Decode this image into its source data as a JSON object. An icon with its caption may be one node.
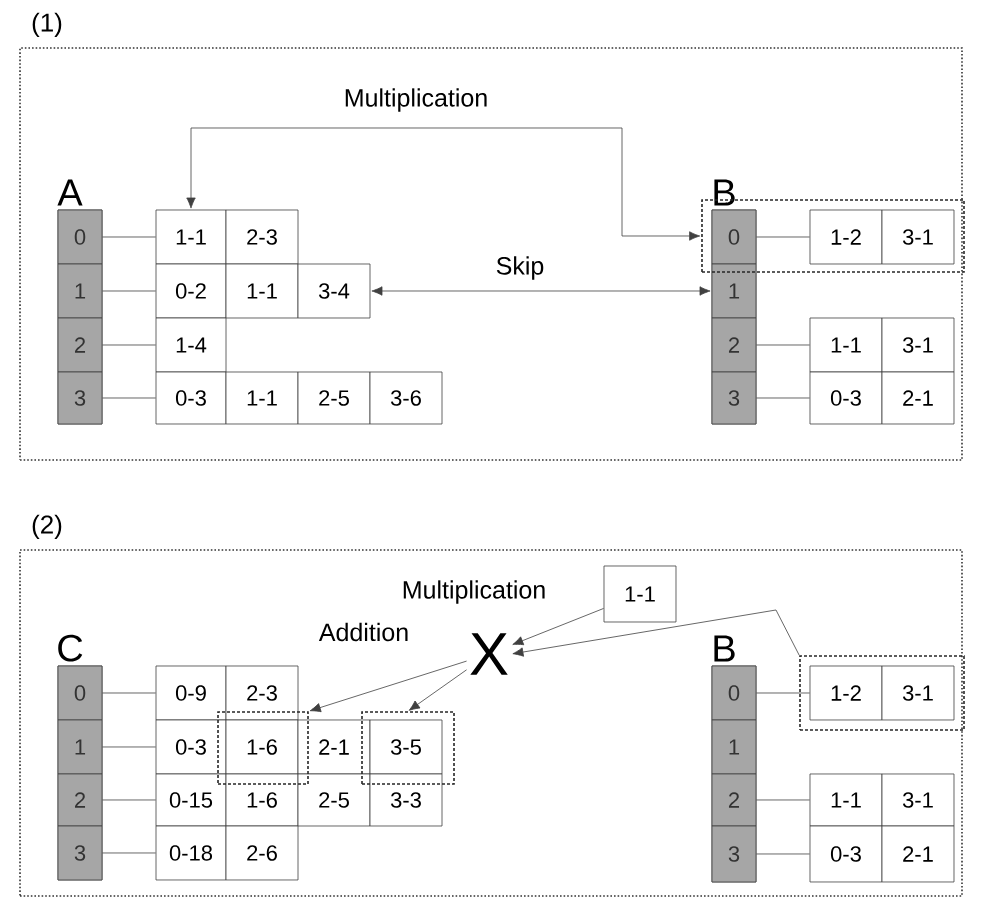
{
  "diagram": {
    "nodes": [
      {
        "text": [
          "(1)"
        ]
      },
      {
        "text": [
          "A"
        ],
        "in": 0
      },
      {
        "text": [
          "0"
        ],
        "in": 1
      },
      {
        "text": [
          "1"
        ],
        "in": 1
      },
      {
        "text": [
          "2"
        ],
        "in": 1
      },
      {
        "text": [
          "3"
        ],
        "in": 1
      },
      {
        "text": [
          "1-1"
        ],
        "in": 0
      },
      {
        "text": [
          "2-3"
        ],
        "in": 0
      },
      {
        "text": [
          "0-2"
        ],
        "in": 0
      },
      {
        "text": [
          "1-1"
        ],
        "in": 0
      },
      {
        "text": [
          "3-4"
        ],
        "in": 0
      },
      {
        "text": [
          "1-4"
        ],
        "in": 0
      },
      {
        "text": [
          "0-3"
        ],
        "in": 0
      },
      {
        "text": [
          "1-1"
        ],
        "in": 0
      },
      {
        "text": [
          "2-5"
        ],
        "in": 0
      },
      {
        "text": [
          "3-6"
        ],
        "in": 0
      },
      {
        "text": [
          "B"
        ],
        "in": 0
      },
      {
        "text": [
          "0"
        ]
      },
      {
        "text": [
          "1"
        ],
        "in": 16
      },
      {
        "text": [
          "2"
        ],
        "in": 16
      },
      {
        "text": [
          "3"
        ],
        "in": 16
      },
      {
        "text": [],
        "shape": "box",
        "in": 0
      },
      {
        "text": [
          "1-2"
        ],
        "in": 21
      },
      {
        "text": [
          "3-1"
        ],
        "in": 21
      },
      {
        "text": [
          "1-1"
        ],
        "in": 0
      },
      {
        "text": [
          "3-1"
        ],
        "in": 0
      },
      {
        "text": [
          "0-3"
        ],
        "in": 0
      },
      {
        "text": [
          "2-1"
        ],
        "in": 0
      },
      {
        "text": [
          "(2)"
        ]
      },
      {
        "text": [
          "C"
        ],
        "in": 28
      },
      {
        "text": [
          "0"
        ],
        "in": 29
      },
      {
        "text": [
          "1"
        ],
        "in": 29
      },
      {
        "text": [
          "2"
        ],
        "in": 29
      },
      {
        "text": [
          "3"
        ],
        "in": 29
      },
      {
        "text": [
          "0-9"
        ],
        "in": 28
      },
      {
        "text": [
          "2-3"
        ],
        "in": 28
      },
      {
        "text": [
          "0-3"
        ],
        "in": 28
      },
      {
        "text": [],
        "shape": "box",
        "in": 28
      },
      {
        "text": [
          "1-6"
        ],
        "in": 37
      },
      {
        "text": [
          "2-1"
        ],
        "in": 28
      },
      {
        "text": [],
        "shape": "box",
        "in": 28
      },
      {
        "text": [
          "3-5"
        ],
        "in": 40
      },
      {
        "text": [
          "0-15"
        ],
        "in": 28
      },
      {
        "text": [
          "1-6"
        ],
        "in": 28
      },
      {
        "text": [
          "2-5"
        ],
        "in": 28
      },
      {
        "text": [
          "3-3"
        ],
        "in": 28
      },
      {
        "text": [
          "0-18"
        ],
        "in": 28
      },
      {
        "text": [
          "2-6"
        ],
        "in": 28
      },
      {
        "text": [
          "X"
        ],
        "in": 28
      },
      {
        "text": [
          "1-1"
        ],
        "in": 28
      },
      {
        "text": [
          "B"
        ],
        "in": 28
      },
      {
        "text": [
          "0"
        ],
        "in": 50
      },
      {
        "text": [
          "1"
        ],
        "in": 50
      },
      {
        "text": [
          "2"
        ],
        "in": 50
      },
      {
        "text": [
          "3"
        ],
        "in": 50
      },
      {
        "text": [],
        "shape": "box",
        "in": 28
      },
      {
        "text": [
          "1-2"
        ],
        "in": 55
      },
      {
        "text": [
          "3-1"
        ],
        "in": 55
      },
      {
        "text": [
          "1-1"
        ],
        "in": 28
      },
      {
        "text": [
          "3-1"
        ],
        "in": 28
      },
      {
        "text": [
          "0-3"
        ],
        "in": 28
      },
      {
        "text": [
          "2-1"
        ],
        "in": 28
      }
    ],
    "edges": [
      {
        "from": 2,
        "to": 6,
        "arrow": "none"
      },
      {
        "from": 3,
        "to": 8,
        "arrow": "none"
      },
      {
        "from": 4,
        "to": 11,
        "arrow": "none"
      },
      {
        "from": 5,
        "to": 12,
        "arrow": "none"
      },
      {
        "from": 17,
        "to": 22,
        "arrow": "none"
      },
      {
        "from": 19,
        "to": 24,
        "arrow": "none"
      },
      {
        "from": 20,
        "to": 26,
        "arrow": "none"
      },
      {
        "from": 6,
        "to": 21,
        "arrow": "both",
        "label": "Multiplication"
      },
      {
        "from": 10,
        "to": 18,
        "arrow": "both",
        "label": "Skip"
      },
      {
        "from": 30,
        "to": 34,
        "arrow": "none"
      },
      {
        "from": 31,
        "to": 36,
        "arrow": "none"
      },
      {
        "from": 32,
        "to": 42,
        "arrow": "none"
      },
      {
        "from": 33,
        "to": 46,
        "arrow": "none"
      },
      {
        "from": 51,
        "to": 56,
        "arrow": "none"
      },
      {
        "from": 53,
        "to": 58,
        "arrow": "none"
      },
      {
        "from": 54,
        "to": 60,
        "arrow": "none"
      },
      {
        "from": 49,
        "to": 48,
        "arrow": "to"
      },
      {
        "from": 55,
        "to": 48,
        "arrow": "to"
      },
      {
        "from": 48,
        "to": 37,
        "arrow": "to"
      },
      {
        "from": 48,
        "to": 40,
        "arrow": "to"
      }
    ],
    "labels": [
      "Multiplication",
      "Addition"
    ]
  }
}
